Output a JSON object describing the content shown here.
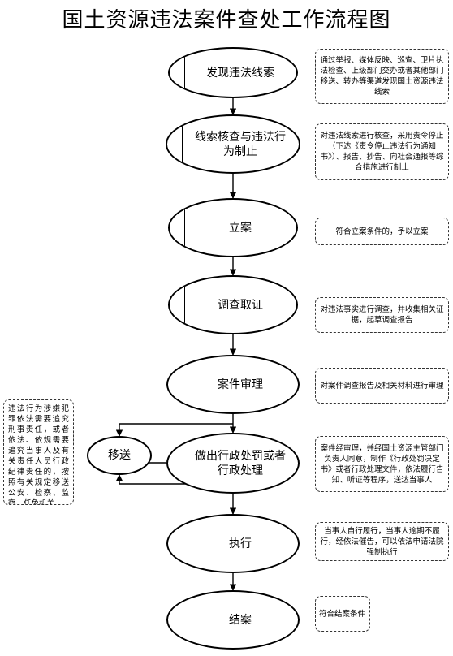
{
  "title": "国土资源违法案件查处工作流程图",
  "steps": [
    "发现违法线索",
    "线索核查与违法行为制止",
    "立案",
    "调查取证",
    "案件审理",
    "做出行政处罚或者行政处理",
    "执行",
    "结案"
  ],
  "transfer": "移送",
  "notes": [
    "通过举报、媒体反映、巡查、卫片执法检查、上级部门交办或者其他部门移送、转办等渠道发现国土资源违法线索",
    "对违法线索进行核查，采用责令停止（下达《责令停止违法行为通知书》）、报告、抄告、向社会通报等综合措施进行制止",
    "符合立案条件的，予以立案",
    "对违法事实进行调查，并收集相关证据，起草调查报告",
    "对案件调查报告及相关材料进行审理",
    "案件经审理，并经国土资源主管部门负责人同意，制作《行政处罚决定书》或者行政处理文件，依法履行告知、听证等程序，送达当事人",
    "当事人自行履行，当事人逾期不履行，经依法催告，可以依法申请法院强制执行",
    "符合结案条件"
  ],
  "transfer_note": "违法行为涉嫌犯罪依法需要追究刑事责任，或者依法、依规需要追究当事人及有关责任人员行政纪律责任的，按照有关规定移送公安、检察、监察、任免机关"
}
